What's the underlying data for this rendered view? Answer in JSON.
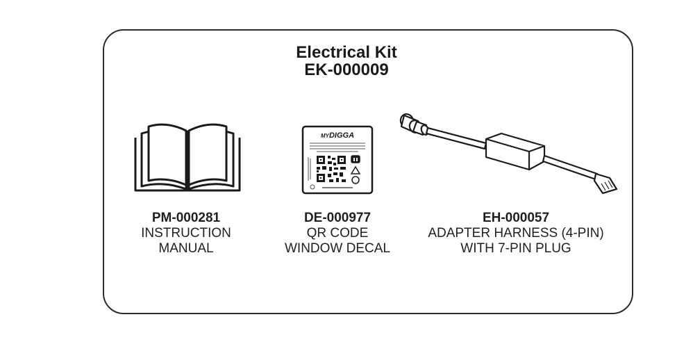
{
  "kit": {
    "name": "Electrical Kit",
    "code": "EK-000009"
  },
  "parts": [
    {
      "part_no": "PM-000281",
      "line1": "INSTRUCTION",
      "line2": "MANUAL",
      "icon": "book-icon"
    },
    {
      "part_no": "DE-000977",
      "line1": "QR CODE",
      "line2": "WINDOW DECAL",
      "icon": "qr-decal-icon"
    },
    {
      "part_no": "EH-000057",
      "line1": "ADAPTER HARNESS (4-PIN)",
      "line2": "WITH 7-PIN PLUG",
      "icon": "harness-icon"
    }
  ],
  "decal": {
    "brand_prefix": "MY",
    "brand_name": "DIGGA"
  }
}
